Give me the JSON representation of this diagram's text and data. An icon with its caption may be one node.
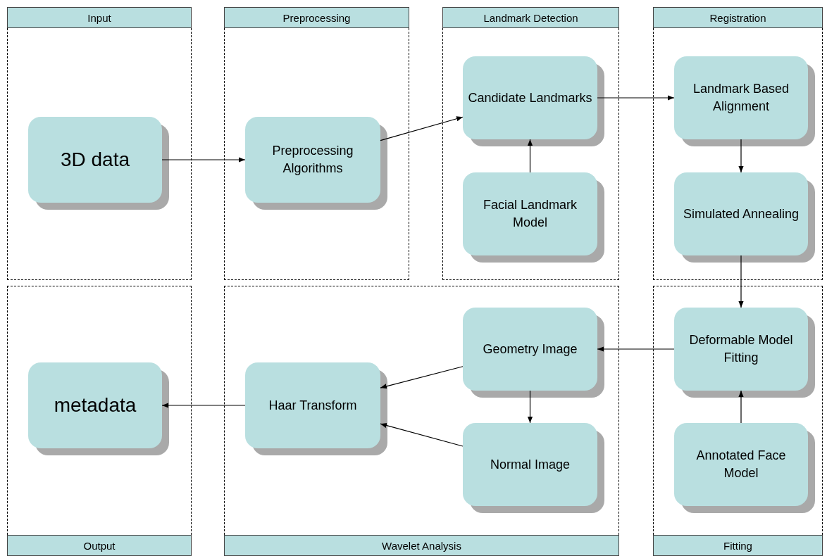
{
  "diagram": {
    "nodes": [
      {
        "text": [
          "Input"
        ]
      },
      {
        "text": [
          "3D data"
        ],
        "in": 0
      },
      {
        "text": [
          "Preprocessing"
        ]
      },
      {
        "text": [
          "Preprocessing Algorithms"
        ],
        "in": 2
      },
      {
        "text": [
          "Landmark Detection"
        ]
      },
      {
        "text": [
          "Candidate Landmarks"
        ],
        "in": 4
      },
      {
        "text": [
          "Facial Landmark Model"
        ],
        "in": 4
      },
      {
        "text": [
          "Registration"
        ]
      },
      {
        "text": [
          "Landmark Based Alignment"
        ],
        "in": 7
      },
      {
        "text": [
          "Simulated Annealing"
        ],
        "in": 7
      },
      {
        "text": [
          "Output"
        ]
      },
      {
        "text": [
          "metadata"
        ],
        "in": 10
      },
      {
        "text": [
          "Wavelet Analysis"
        ]
      },
      {
        "text": [
          "Haar Transform"
        ],
        "in": 12
      },
      {
        "text": [
          "Geometry Image"
        ],
        "in": 12
      },
      {
        "text": [
          "Normal Image"
        ],
        "in": 12
      },
      {
        "text": [
          "Fitting"
        ]
      },
      {
        "text": [
          "Deformable Model Fitting"
        ],
        "in": 16
      },
      {
        "text": [
          "Annotated Face Model"
        ],
        "in": 16
      }
    ],
    "edges": [
      {
        "from": 1,
        "to": 3,
        "arrow": "to"
      },
      {
        "from": 3,
        "to": 5,
        "arrow": "to"
      },
      {
        "from": 6,
        "to": 5,
        "arrow": "to"
      },
      {
        "from": 5,
        "to": 8,
        "arrow": "to"
      },
      {
        "from": 8,
        "to": 9,
        "arrow": "to"
      },
      {
        "from": 9,
        "to": 17,
        "arrow": "to"
      },
      {
        "from": 18,
        "to": 17,
        "arrow": "to"
      },
      {
        "from": 17,
        "to": 14,
        "arrow": "to"
      },
      {
        "from": 14,
        "to": 15,
        "arrow": "to"
      },
      {
        "from": 14,
        "to": 13,
        "arrow": "to"
      },
      {
        "from": 15,
        "to": 13,
        "arrow": "to"
      },
      {
        "from": 13,
        "to": 11,
        "arrow": "to"
      }
    ]
  }
}
